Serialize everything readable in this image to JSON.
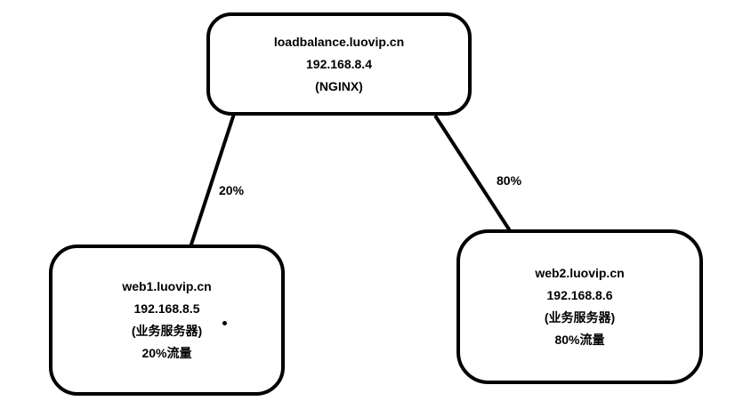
{
  "diagram": {
    "title": "nginx-load-balance-topology",
    "colors": {
      "background": "#ffffff",
      "stroke": "#000000",
      "text": "#000000"
    },
    "nodes": {
      "loadbalancer": {
        "hostname": "loadbalance.luovip.cn",
        "ip": "192.168.8.4",
        "role": "(NGINX)"
      },
      "web1": {
        "hostname": "web1.luovip.cn",
        "ip": "192.168.8.5",
        "role": "(业务服务器)",
        "traffic": "20%流量"
      },
      "web2": {
        "hostname": "web2.luovip.cn",
        "ip": "192.168.8.6",
        "role": "(业务服务器)",
        "traffic": "80%流量"
      }
    },
    "edges": {
      "to_web1": {
        "label": "20%"
      },
      "to_web2": {
        "label": "80%"
      }
    }
  }
}
